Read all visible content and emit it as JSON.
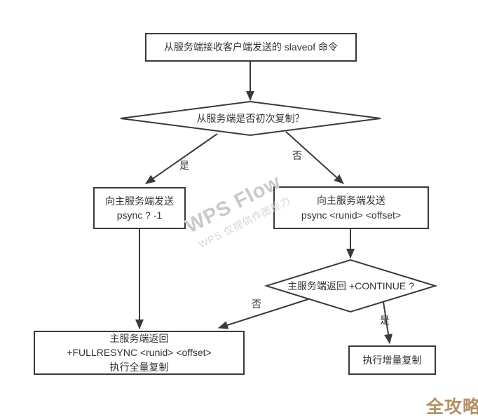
{
  "flowchart": {
    "nodes": {
      "receive_slaveof": {
        "label": "从服务端接收客户端发送的 slaveof 命令"
      },
      "decision_first_replication": {
        "label": "从服务端是否初次复制？"
      },
      "send_psync_full": {
        "line1": "向主服务端发送",
        "line2": "psync ? -1"
      },
      "send_psync_partial": {
        "line1": "向主服务端发送",
        "line2": "psync <runid> <offset>"
      },
      "decision_continue": {
        "label": "主服务端返回 +CONTINUE ?"
      },
      "full_resync": {
        "line1": "主服务端返回",
        "line2": "+FULLRESYNC <runid> <offset>",
        "line3": "执行全量复制"
      },
      "incremental_copy": {
        "label": "执行增量复制"
      }
    },
    "edge_labels": {
      "first_yes": "是",
      "first_no": "否",
      "continue_no": "否",
      "continue_yes": "是"
    }
  },
  "watermark": {
    "line1": "WPS Flow",
    "line2": "WPS 仅提供作图能力"
  },
  "brand": {
    "logo_text": "全攻略"
  },
  "colors": {
    "stroke": "#3a3a3a",
    "watermark_primary": "#c9c9c9",
    "watermark_secondary": "#d6d6d6",
    "logo": "#b38f63"
  }
}
